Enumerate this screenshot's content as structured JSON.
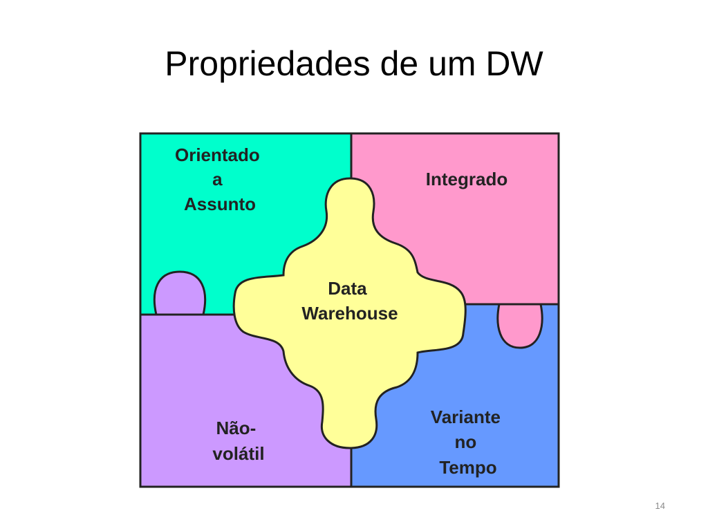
{
  "slide": {
    "title": "Propriedades de um DW",
    "page_number": "14"
  },
  "diagram": {
    "pieces": {
      "top_left": {
        "lines": [
          "Orientado",
          "a",
          "Assunto"
        ],
        "color": "#00FFCC"
      },
      "top_right": {
        "lines": [
          "Integrado"
        ],
        "color": "#FF99CC"
      },
      "bottom_left": {
        "lines": [
          "Não-",
          "volátil"
        ],
        "color": "#CC99FF"
      },
      "bottom_right": {
        "lines": [
          "Variante",
          "no",
          "Tempo"
        ],
        "color": "#6699FF"
      },
      "center": {
        "lines": [
          "Data",
          "Warehouse"
        ],
        "color": "#FFFF99"
      }
    },
    "outline_color": "#222222"
  }
}
